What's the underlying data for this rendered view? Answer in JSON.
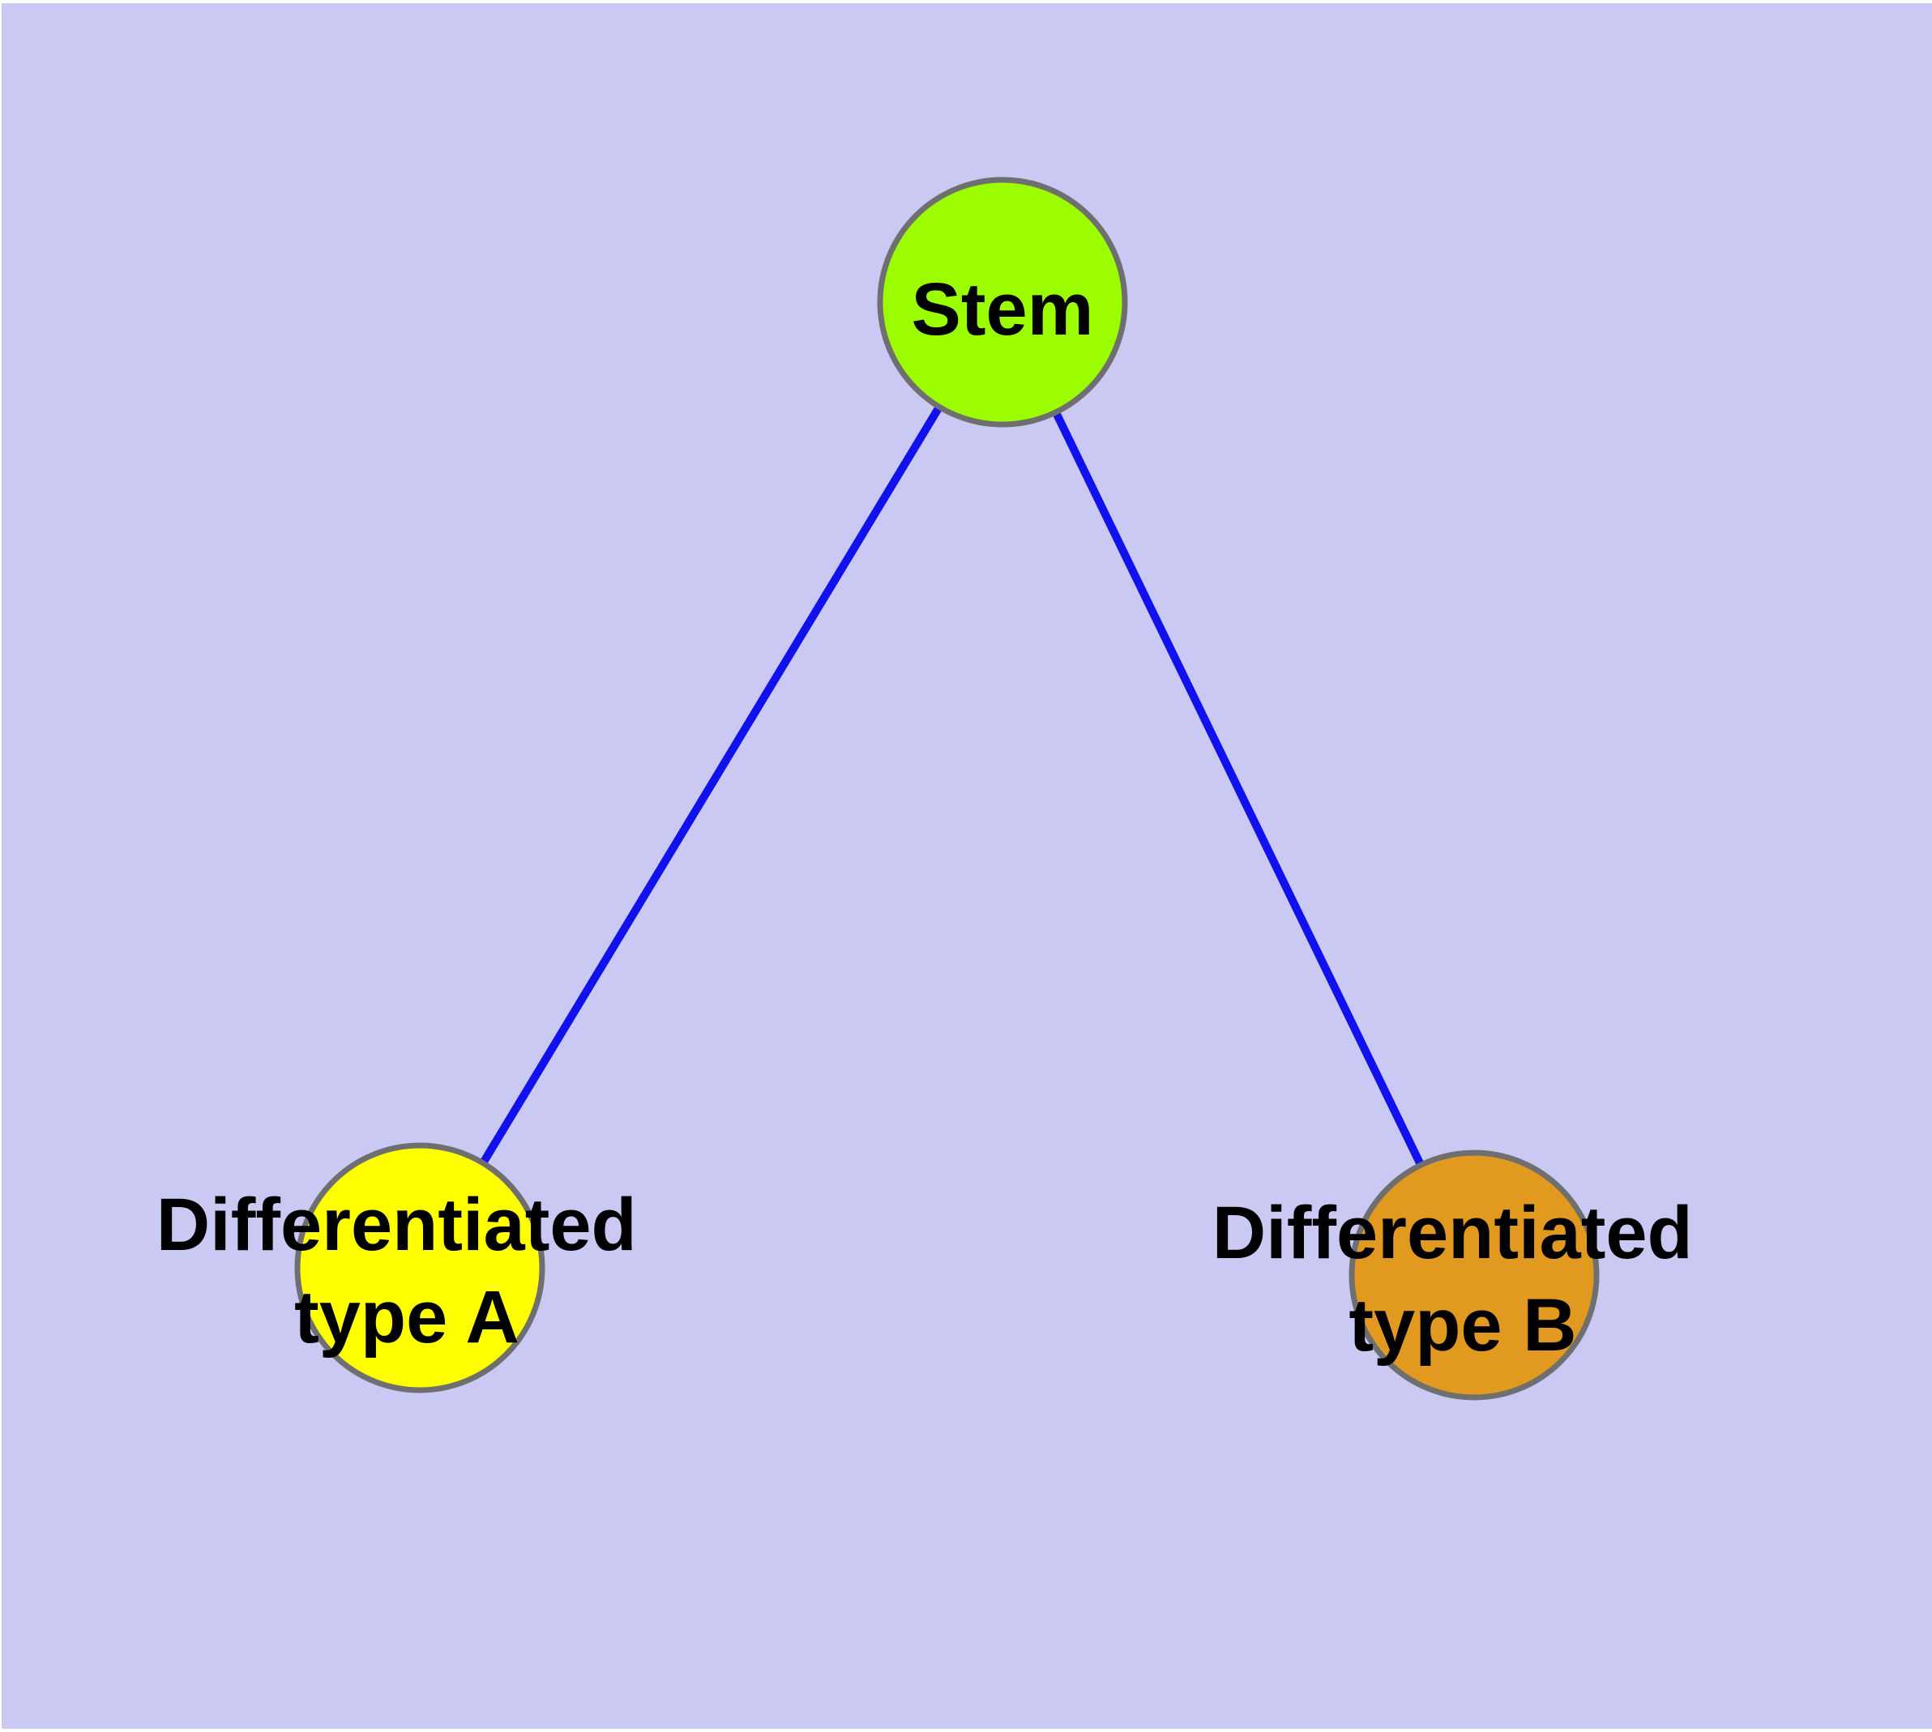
{
  "diagram": {
    "type": "graph",
    "background_color": "#C9C9F4",
    "page_margin_color": "#FFFFFF",
    "edge_color": "#1111EE",
    "node_border_color": "#6F6F6F",
    "label_color": "#000000",
    "nodes": [
      {
        "id": "stem",
        "label": "Stem",
        "fill": "#9BFD00"
      },
      {
        "id": "differentiated-type-a",
        "label_line1": "Differentiated",
        "label_line2": "type A",
        "fill": "#FFFF00"
      },
      {
        "id": "differentiated-type-b",
        "label_line1": "Differentiated",
        "label_line2": "type B",
        "fill": "#E2991F"
      }
    ],
    "edges": [
      {
        "from": "Stem",
        "to": "Differentiated type A"
      },
      {
        "from": "Stem",
        "to": "Differentiated type B"
      }
    ]
  }
}
